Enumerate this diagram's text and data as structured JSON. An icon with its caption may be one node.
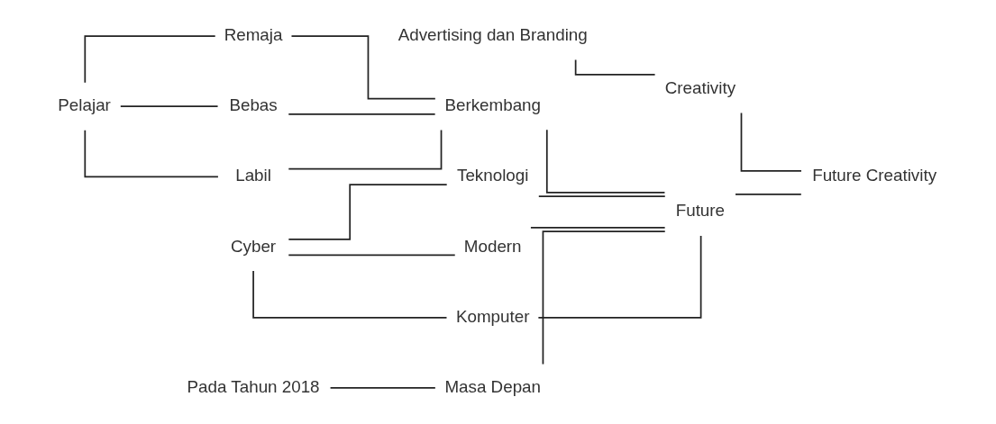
{
  "diagram": {
    "nodes": [
      {
        "text": [
          "Pelajar"
        ]
      },
      {
        "text": [
          "Remaja"
        ]
      },
      {
        "text": [
          "Bebas"
        ]
      },
      {
        "text": [
          "Labil"
        ]
      },
      {
        "text": [
          "Berkembang"
        ]
      },
      {
        "text": [
          "Cyber"
        ]
      },
      {
        "text": [
          "Teknologi"
        ]
      },
      {
        "text": [
          "Modern"
        ]
      },
      {
        "text": [
          "Komputer"
        ]
      },
      {
        "text": [
          "Future"
        ]
      },
      {
        "text": [
          "Pada Tahun 2018"
        ]
      },
      {
        "text": [
          "Masa Depan"
        ]
      },
      {
        "text": [
          "Advertising dan Branding"
        ]
      },
      {
        "text": [
          "Creativity"
        ]
      },
      {
        "text": [
          "Future Creativity"
        ]
      }
    ],
    "edges": [
      {
        "from": 0,
        "to": 1,
        "arrow": "none"
      },
      {
        "from": 0,
        "to": 2,
        "arrow": "none"
      },
      {
        "from": 0,
        "to": 3,
        "arrow": "none"
      },
      {
        "from": 1,
        "to": 4,
        "arrow": "none"
      },
      {
        "from": 2,
        "to": 4,
        "arrow": "none"
      },
      {
        "from": 3,
        "to": 4,
        "arrow": "none"
      },
      {
        "from": 5,
        "to": 6,
        "arrow": "none"
      },
      {
        "from": 5,
        "to": 7,
        "arrow": "none"
      },
      {
        "from": 5,
        "to": 8,
        "arrow": "none"
      },
      {
        "from": 6,
        "to": 9,
        "arrow": "none"
      },
      {
        "from": 7,
        "to": 9,
        "arrow": "none"
      },
      {
        "from": 8,
        "to": 9,
        "arrow": "none"
      },
      {
        "from": 4,
        "to": 9,
        "arrow": "none"
      },
      {
        "from": 10,
        "to": 11,
        "arrow": "none"
      },
      {
        "from": 11,
        "to": 9,
        "arrow": "none"
      },
      {
        "from": 12,
        "to": 13,
        "arrow": "none"
      },
      {
        "from": 9,
        "to": 14,
        "arrow": "none"
      },
      {
        "from": 13,
        "to": 14,
        "arrow": "none"
      }
    ]
  }
}
